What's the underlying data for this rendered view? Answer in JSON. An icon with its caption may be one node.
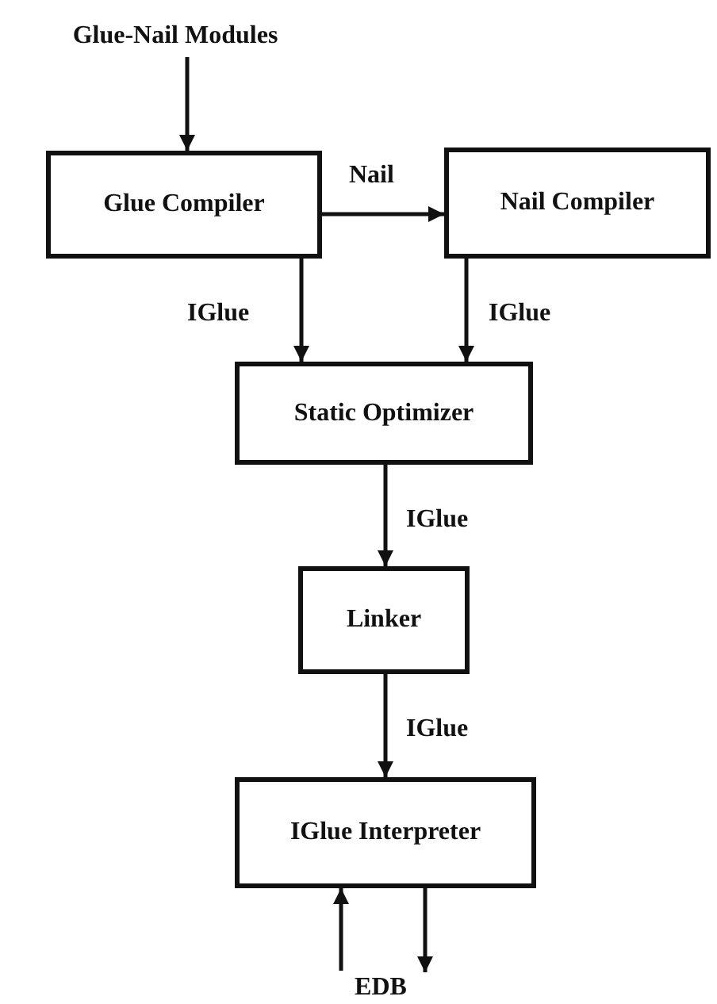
{
  "diagram": {
    "nodes": [
      {
        "text": [
          "Glue-Nail Modules"
        ]
      },
      {
        "text": [
          "Glue Compiler"
        ]
      },
      {
        "text": [
          "Nail Compiler"
        ]
      },
      {
        "text": [
          "Static Optimizer"
        ]
      },
      {
        "text": [
          "Linker"
        ]
      },
      {
        "text": [
          "IGlue Interpreter"
        ]
      },
      {
        "text": [
          "EDB"
        ]
      }
    ],
    "edges": [
      {
        "from": 0,
        "to": 1,
        "arrow": "to"
      },
      {
        "from": 1,
        "to": 2,
        "arrow": "to",
        "label": "Nail"
      },
      {
        "from": 1,
        "to": 3,
        "arrow": "to",
        "label": "IGlue"
      },
      {
        "from": 2,
        "to": 3,
        "arrow": "to",
        "label": "IGlue"
      },
      {
        "from": 3,
        "to": 4,
        "arrow": "to",
        "label": "IGlue"
      },
      {
        "from": 4,
        "to": 5,
        "arrow": "to",
        "label": "IGlue"
      },
      {
        "from": 6,
        "to": 5,
        "arrow": "to"
      },
      {
        "from": 5,
        "to": 6,
        "arrow": "to"
      }
    ]
  }
}
